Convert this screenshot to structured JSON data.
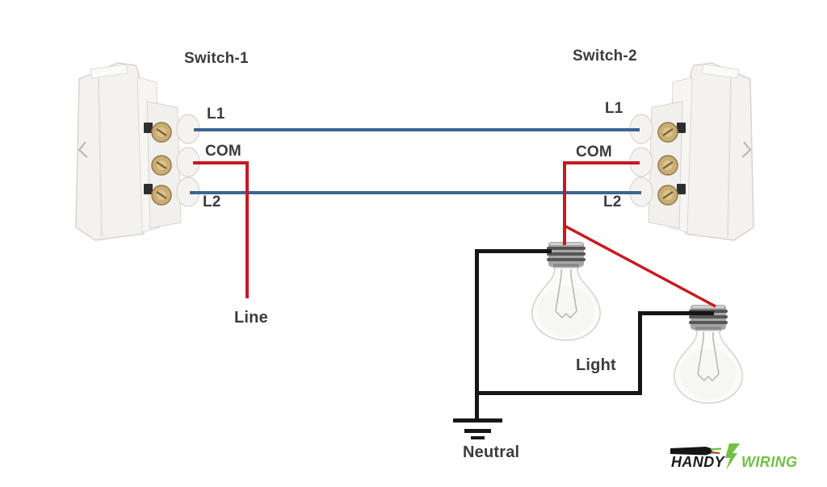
{
  "diagram": {
    "switch1": {
      "title": "Switch-1",
      "terminals": {
        "l1": "L1",
        "com": "COM",
        "l2": "L2"
      }
    },
    "switch2": {
      "title": "Switch-2",
      "terminals": {
        "l1": "L1",
        "com": "COM",
        "l2": "L2"
      }
    },
    "wire_labels": {
      "line": "Line",
      "light": "Light",
      "neutral": "Neutral"
    }
  },
  "colors": {
    "traveler_wire_blue": "#3c6493",
    "line_wire_red": "#c8191f",
    "neutral_wire_black": "#161616",
    "label_text": "#3c3c3c",
    "logo_green": "#72bf44",
    "logo_black": "#1b1b1b"
  },
  "icons": {
    "switch1_illustration": "rocker-switch-photo",
    "switch2_illustration": "rocker-switch-photo-mirrored",
    "bulb1_illustration": "light-bulb",
    "bulb2_illustration": "light-bulb",
    "ground_symbol": "earth-ground",
    "logo_bolt": "lightning-bolt-icon",
    "logo_cable": "stripped-cable-icon"
  },
  "logo": {
    "word1": "HANDY",
    "word2": "WIRING"
  }
}
